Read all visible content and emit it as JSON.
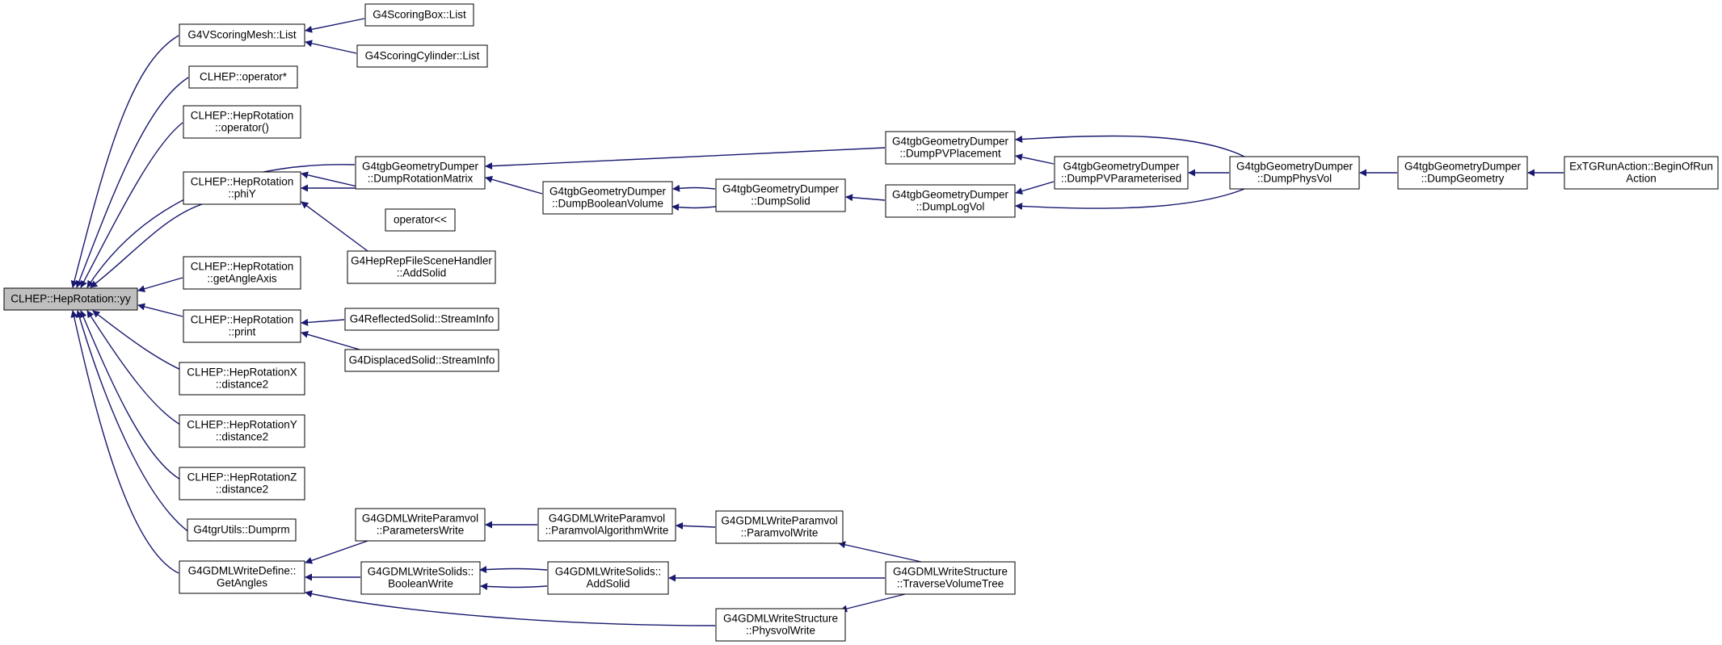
{
  "colors": {
    "edge": "#191970",
    "node_border": "#000000",
    "node_fill": "#ffffff",
    "root_fill": "#bfbfbf",
    "background": "#ffffff"
  },
  "nodes": [
    {
      "id": "root",
      "lines": [
        "CLHEP::HepRotation::yy"
      ]
    },
    {
      "id": "vscoringmesh",
      "lines": [
        "G4VScoringMesh::List"
      ]
    },
    {
      "id": "scoringbox",
      "lines": [
        "G4ScoringBox::List"
      ]
    },
    {
      "id": "scoringcyl",
      "lines": [
        "G4ScoringCylinder::List"
      ]
    },
    {
      "id": "opstar",
      "lines": [
        "CLHEP::operator*"
      ]
    },
    {
      "id": "hepop",
      "lines": [
        "CLHEP::HepRotation",
        "::operator()"
      ]
    },
    {
      "id": "dumprotmat",
      "lines": [
        "G4tgbGeometryDumper",
        "::DumpRotationMatrix"
      ]
    },
    {
      "id": "phiy",
      "lines": [
        "CLHEP::HepRotation",
        "::phiY"
      ]
    },
    {
      "id": "oplshift",
      "lines": [
        "operator<<"
      ]
    },
    {
      "id": "addsolidhep",
      "lines": [
        "G4HepRepFileSceneHandler",
        "::AddSolid"
      ]
    },
    {
      "id": "getangleaxis",
      "lines": [
        "CLHEP::HepRotation",
        "::getAngleAxis"
      ]
    },
    {
      "id": "print",
      "lines": [
        "CLHEP::HepRotation",
        "::print"
      ]
    },
    {
      "id": "reflstream",
      "lines": [
        "G4ReflectedSolid::StreamInfo"
      ]
    },
    {
      "id": "dispstream",
      "lines": [
        "G4DisplacedSolid::StreamInfo"
      ]
    },
    {
      "id": "distx",
      "lines": [
        "CLHEP::HepRotationX",
        "::distance2"
      ]
    },
    {
      "id": "disty",
      "lines": [
        "CLHEP::HepRotationY",
        "::distance2"
      ]
    },
    {
      "id": "distz",
      "lines": [
        "CLHEP::HepRotationZ",
        "::distance2"
      ]
    },
    {
      "id": "dumprm",
      "lines": [
        "G4tgrUtils::Dumprm"
      ]
    },
    {
      "id": "getangles",
      "lines": [
        "G4GDMLWriteDefine::",
        "GetAngles"
      ]
    },
    {
      "id": "paramwrite",
      "lines": [
        "G4GDMLWriteParamvol",
        "::ParametersWrite"
      ]
    },
    {
      "id": "boolwrite",
      "lines": [
        "G4GDMLWriteSolids::",
        "BooleanWrite"
      ]
    },
    {
      "id": "paramalgo",
      "lines": [
        "G4GDMLWriteParamvol",
        "::ParamvolAlgorithmWrite"
      ]
    },
    {
      "id": "gdmladdsolid",
      "lines": [
        "G4GDMLWriteSolids::",
        "AddSolid"
      ]
    },
    {
      "id": "paramvolwrite",
      "lines": [
        "G4GDMLWriteParamvol",
        "::ParamvolWrite"
      ]
    },
    {
      "id": "physvolwrite",
      "lines": [
        "G4GDMLWriteStructure",
        "::PhysvolWrite"
      ]
    },
    {
      "id": "traverse",
      "lines": [
        "G4GDMLWriteStructure",
        "::TraverseVolumeTree"
      ]
    },
    {
      "id": "dumpbool",
      "lines": [
        "G4tgbGeometryDumper",
        "::DumpBooleanVolume"
      ]
    },
    {
      "id": "dumpsolid",
      "lines": [
        "G4tgbGeometryDumper",
        "::DumpSolid"
      ]
    },
    {
      "id": "dumppvplace",
      "lines": [
        "G4tgbGeometryDumper",
        "::DumpPVPlacement"
      ]
    },
    {
      "id": "dumplogvol",
      "lines": [
        "G4tgbGeometryDumper",
        "::DumpLogVol"
      ]
    },
    {
      "id": "dumppvparam",
      "lines": [
        "G4tgbGeometryDumper",
        "::DumpPVParameterised"
      ]
    },
    {
      "id": "dumpphysvol",
      "lines": [
        "G4tgbGeometryDumper",
        "::DumpPhysVol"
      ]
    },
    {
      "id": "dumpgeom",
      "lines": [
        "G4tgbGeometryDumper",
        "::DumpGeometry"
      ]
    },
    {
      "id": "runaction",
      "lines": [
        "ExTGRunAction::BeginOfRun",
        "Action"
      ]
    }
  ],
  "edges": [
    {
      "from": "root",
      "to": "vscoringmesh"
    },
    {
      "from": "root",
      "to": "opstar"
    },
    {
      "from": "root",
      "to": "hepop"
    },
    {
      "from": "root",
      "to": "dumprotmat"
    },
    {
      "from": "root",
      "to": "phiy"
    },
    {
      "from": "root",
      "to": "getangleaxis"
    },
    {
      "from": "root",
      "to": "print"
    },
    {
      "from": "root",
      "to": "distx"
    },
    {
      "from": "root",
      "to": "disty"
    },
    {
      "from": "root",
      "to": "distz"
    },
    {
      "from": "root",
      "to": "dumprm"
    },
    {
      "from": "root",
      "to": "getangles"
    },
    {
      "from": "vscoringmesh",
      "to": "scoringbox"
    },
    {
      "from": "vscoringmesh",
      "to": "scoringcyl"
    },
    {
      "from": "phiy",
      "to": "dumprotmat"
    },
    {
      "from": "phiy",
      "to": "oplshift"
    },
    {
      "from": "phiy",
      "to": "addsolidhep"
    },
    {
      "from": "print",
      "to": "reflstream"
    },
    {
      "from": "print",
      "to": "dispstream"
    },
    {
      "from": "getangles",
      "to": "paramwrite"
    },
    {
      "from": "getangles",
      "to": "boolwrite"
    },
    {
      "from": "getangles",
      "to": "physvolwrite"
    },
    {
      "from": "paramwrite",
      "to": "paramalgo"
    },
    {
      "from": "paramalgo",
      "to": "paramvolwrite"
    },
    {
      "from": "paramvolwrite",
      "to": "traverse"
    },
    {
      "from": "boolwrite",
      "to": "gdmladdsolid"
    },
    {
      "from": "gdmladdsolid",
      "to": "boolwrite"
    },
    {
      "from": "gdmladdsolid",
      "to": "traverse"
    },
    {
      "from": "physvolwrite",
      "to": "traverse"
    },
    {
      "from": "dumprotmat",
      "to": "dumpbool"
    },
    {
      "from": "dumprotmat",
      "to": "dumppvplace"
    },
    {
      "from": "dumpbool",
      "to": "dumpsolid"
    },
    {
      "from": "dumpsolid",
      "to": "dumpbool"
    },
    {
      "from": "dumpsolid",
      "to": "dumplogvol"
    },
    {
      "from": "dumppvplace",
      "to": "dumppvparam"
    },
    {
      "from": "dumppvplace",
      "to": "dumpphysvol"
    },
    {
      "from": "dumplogvol",
      "to": "dumppvparam"
    },
    {
      "from": "dumplogvol",
      "to": "dumpphysvol"
    },
    {
      "from": "dumppvparam",
      "to": "dumpphysvol"
    },
    {
      "from": "dumpphysvol",
      "to": "dumpgeom"
    },
    {
      "from": "dumpgeom",
      "to": "runaction"
    }
  ]
}
